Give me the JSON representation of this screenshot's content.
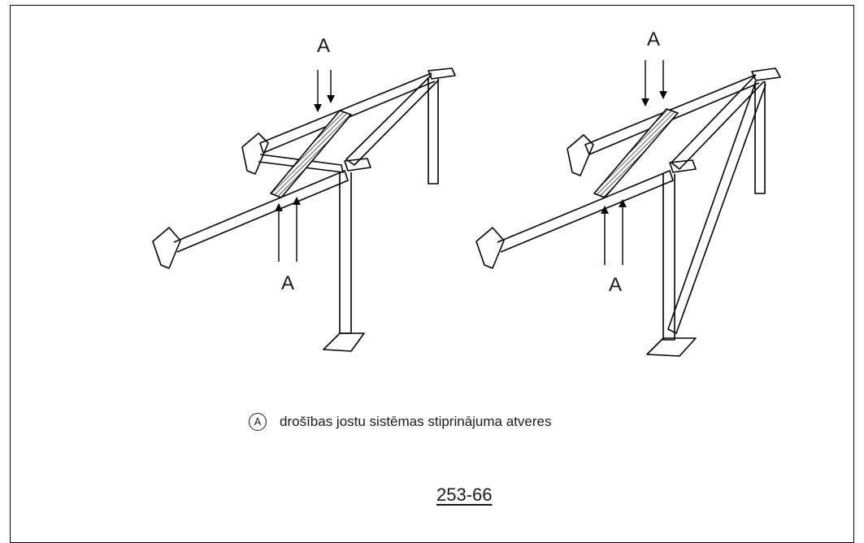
{
  "diagram": {
    "left_figure": {
      "label_top": "A",
      "label_bottom": "A"
    },
    "right_figure": {
      "label_top": "A",
      "label_bottom": "A"
    }
  },
  "legend": {
    "symbol": "A",
    "text": "drošības jostu sistēmas stiprinājuma atveres"
  },
  "figure_number": "253-66"
}
